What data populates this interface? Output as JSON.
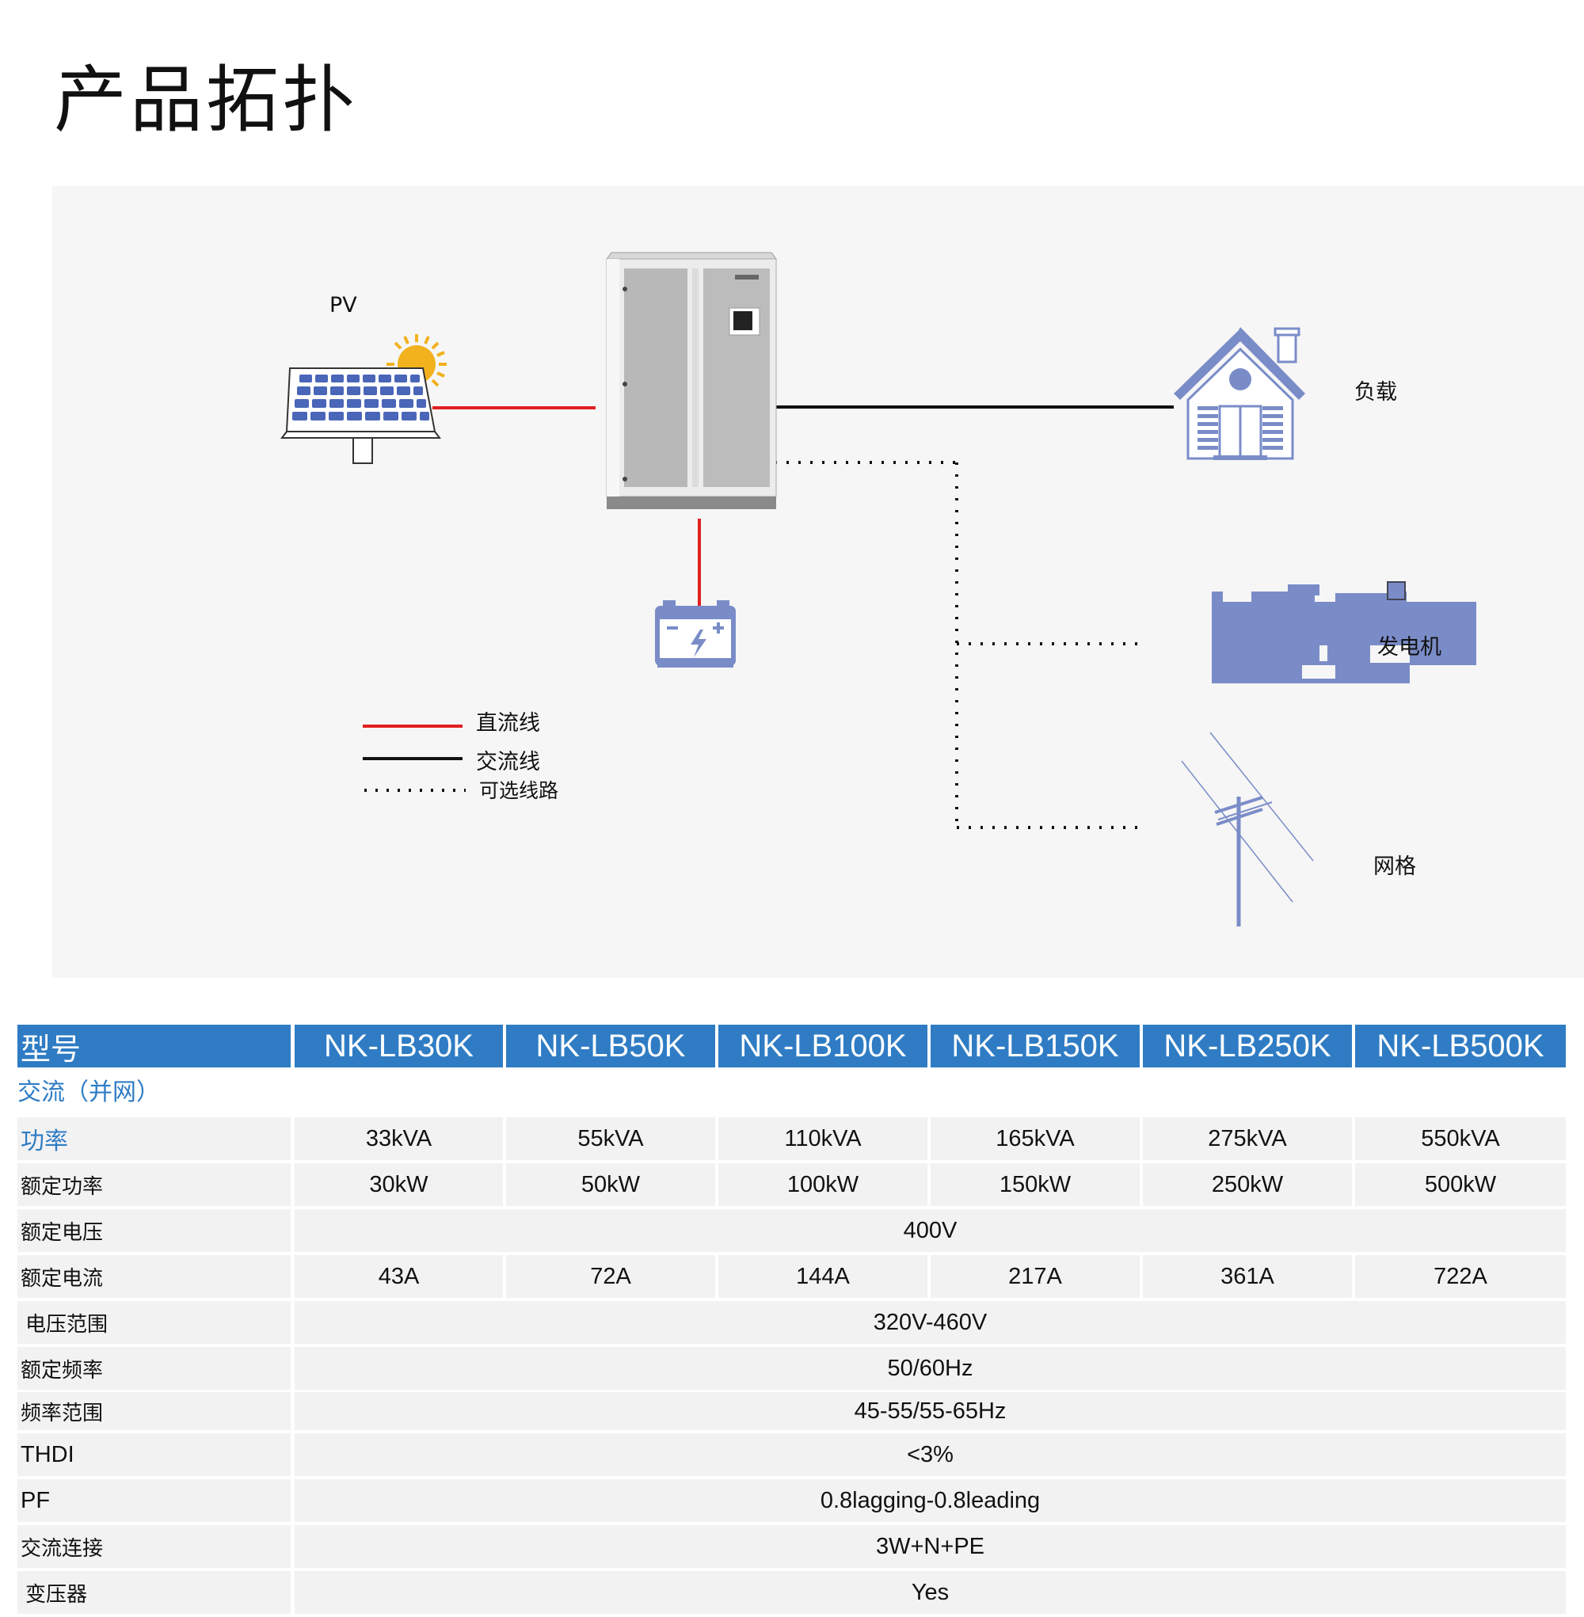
{
  "page": {
    "title": "产品拓扑"
  },
  "diagram": {
    "pv_label": "PV",
    "load_label": "负载",
    "generator_label": "发电机",
    "grid_label": "网格",
    "legend": [
      {
        "label": "直流线",
        "style": "solid",
        "color": "#e02020"
      },
      {
        "label": "交流线",
        "style": "solid",
        "color": "#111111"
      },
      {
        "label": "可选线路",
        "style": "dotted",
        "color": "#111111"
      }
    ],
    "colors": {
      "dc": "#e02020",
      "ac": "#111111",
      "icon_blue": "#7a8cc8",
      "sun": "#f2b21d"
    }
  },
  "table": {
    "header": {
      "label": "型号",
      "models": [
        "NK-LB30K",
        "NK-LB50K",
        "NK-LB100K",
        "NK-LB150K",
        "NK-LB250K",
        "NK-LB500K"
      ]
    },
    "section": "交流（并网）",
    "rows": [
      {
        "label": "功率",
        "values": [
          "33kVA",
          "55kVA",
          "110kVA",
          "165kVA",
          "275kVA",
          "550kVA"
        ]
      },
      {
        "label": "额定功率",
        "values": [
          "30kW",
          "50kW",
          "100kW",
          "150kW",
          "250kW",
          "500kW"
        ]
      },
      {
        "label": "额定电压",
        "value": "400V"
      },
      {
        "label": "额定电流",
        "values": [
          "43A",
          "72A",
          "144A",
          "217A",
          "361A",
          "722A"
        ]
      },
      {
        "label": "电压范围",
        "value": "320V-460V"
      },
      {
        "label": "额定频率",
        "value": "50/60Hz"
      },
      {
        "label": "频率范围",
        "value": "45-55/55-65Hz"
      },
      {
        "label": "THDI",
        "value": "<3%"
      },
      {
        "label": "PF",
        "value": "0.8lagging-0.8leading"
      },
      {
        "label": "交流连接",
        "value": "3W+N+PE"
      },
      {
        "label": "变压器",
        "value": "Yes"
      }
    ],
    "colors": {
      "header_bg": "#2f7cc4",
      "row_bg": "#f2f2f2",
      "accent_text": "#2f7cc4"
    }
  }
}
